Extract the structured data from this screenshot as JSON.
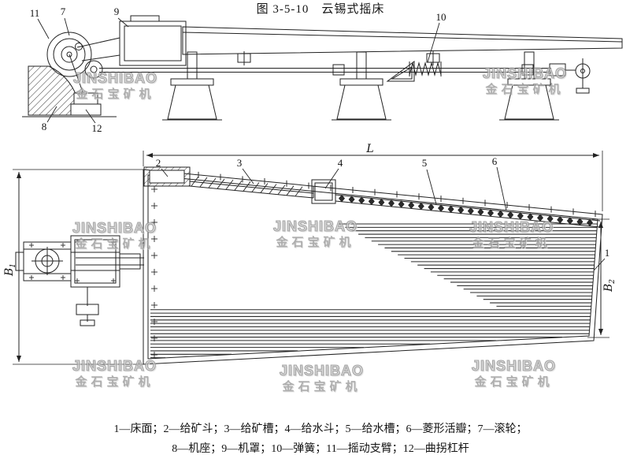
{
  "figure": {
    "caption": "图 3-5-10　云锡式摇床",
    "legend_line1": "1—床面；2—给矿斗；3—给矿槽；4—给水斗；5—给水槽；6—菱形活瓣；7—滚轮；",
    "legend_line2": "8—机座；9—机罩；10—弹簧；11—摇动支臂；12—曲拐杠杆"
  },
  "watermark": {
    "brand": "JINSHIBAO",
    "chinese": "金石宝矿机"
  },
  "labels": {
    "n1": "1",
    "n2": "2",
    "n3": "3",
    "n4": "4",
    "n5": "5",
    "n6": "6",
    "n7": "7",
    "n8": "8",
    "n9": "9",
    "n10": "10",
    "n11": "11",
    "n12": "12"
  },
  "dimensions": {
    "length": "L",
    "b_letter": "B",
    "b1_sub": "1",
    "b2_sub": "2"
  }
}
